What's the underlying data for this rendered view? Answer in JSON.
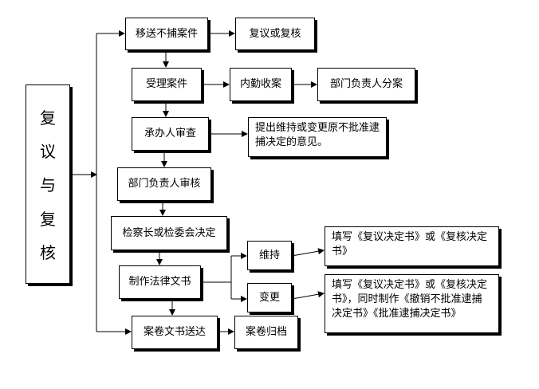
{
  "title_chars": [
    "复",
    "议",
    "与",
    "复",
    "核"
  ],
  "nodes": {
    "transfer": "移送不捕案件",
    "review_request": "复议或复核",
    "accept": "受理案件",
    "internal_receipt": "内勤收案",
    "dept_head_assign": "部门负责人分案",
    "handler_review": "承办人审查",
    "handler_opinion": "提出维持或变更原不批准逮捕决定的意见。",
    "dept_head_review": "部门负责人审核",
    "chief_decision": "检察长或检委会决定",
    "make_document": "制作法律文书",
    "maintain": "维持",
    "maintain_doc": "填写《复议决定书》或《复核决定书》",
    "change": "变更",
    "change_doc": "填写《复议决定书》或《复核决定书》，同时制作《撤销不批准逮捕决定书》《批准逮捕决定书》",
    "deliver": "案卷文书送达",
    "archive": "案卷归档"
  }
}
